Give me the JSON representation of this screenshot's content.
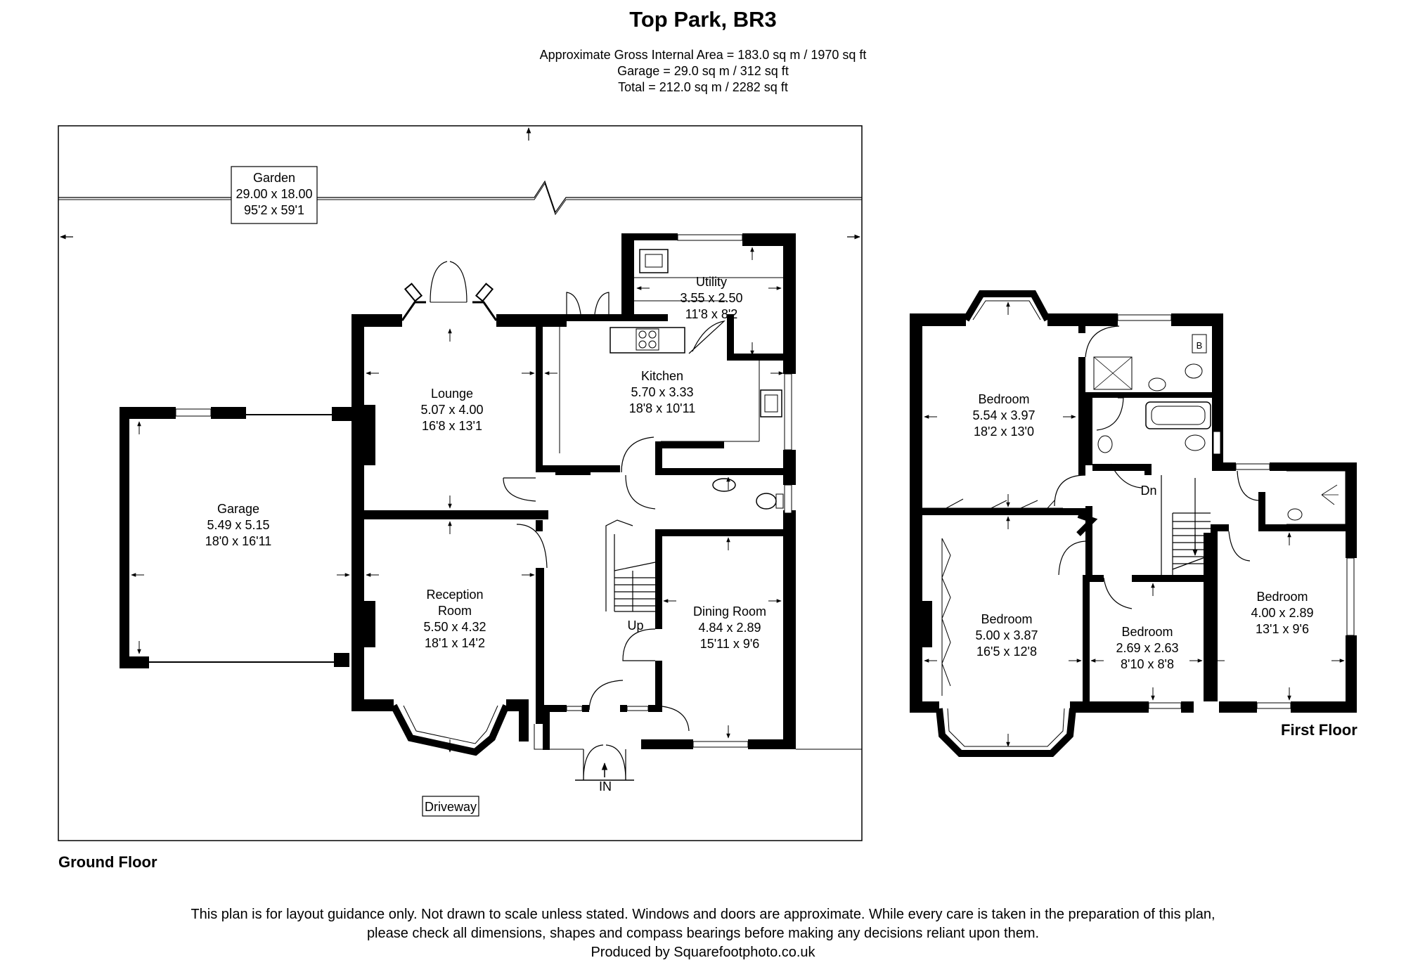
{
  "header": {
    "title": "Top Park, BR3",
    "area_lines": [
      "Approximate Gross Internal Area = 183.0 sq m / 1970 sq ft",
      "Garage = 29.0 sq m / 312 sq ft",
      "Total = 212.0 sq m / 2282 sq ft"
    ]
  },
  "ground_floor": {
    "floor_label": "Ground Floor",
    "garden": {
      "name": "Garden",
      "metric": "29.00 x 18.00",
      "imperial": "95'2 x 59'1"
    },
    "utility": {
      "name": "Utility",
      "metric": "3.55 x 2.50",
      "imperial": "11'8 x 8'2"
    },
    "lounge": {
      "name": "Lounge",
      "metric": "5.07 x 4.00",
      "imperial": "16'8 x 13'1"
    },
    "kitchen": {
      "name": "Kitchen",
      "metric": "5.70 x 3.33",
      "imperial": "18'8 x 10'11"
    },
    "garage": {
      "name": "Garage",
      "metric": "5.49 x 5.15",
      "imperial": "18'0 x 16'11"
    },
    "reception": {
      "name_line1": "Reception",
      "name_line2": "Room",
      "metric": "5.50 x 4.32",
      "imperial": "18'1 x 14'2"
    },
    "dining": {
      "name": "Dining Room",
      "metric": "4.84 x 2.89",
      "imperial": "15'11 x 9'6"
    },
    "stairs_label": "Up",
    "entrance_label": "IN",
    "driveway_label": "Driveway"
  },
  "first_floor": {
    "floor_label": "First Floor",
    "bedroom1": {
      "name": "Bedroom",
      "metric": "5.54 x 3.97",
      "imperial": "18'2 x 13'0"
    },
    "bedroom2": {
      "name": "Bedroom",
      "metric": "5.00 x 3.87",
      "imperial": "16'5 x 12'8"
    },
    "bedroom3": {
      "name": "Bedroom",
      "metric": "2.69 x 2.63",
      "imperial": "8'10 x 8'8"
    },
    "bedroom4": {
      "name": "Bedroom",
      "metric": "4.00 x 2.89",
      "imperial": "13'1 x 9'6"
    },
    "stairs_label": "Dn",
    "boiler_label": "B"
  },
  "footer": {
    "lines": [
      "This plan is for layout guidance only. Not drawn to scale unless stated. Windows and doors are approximate. While every care is taken in the preparation of this plan,",
      "please check all dimensions, shapes and compass bearings before making any decisions reliant upon them.",
      "Produced by Squarefootphoto.co.uk"
    ]
  }
}
